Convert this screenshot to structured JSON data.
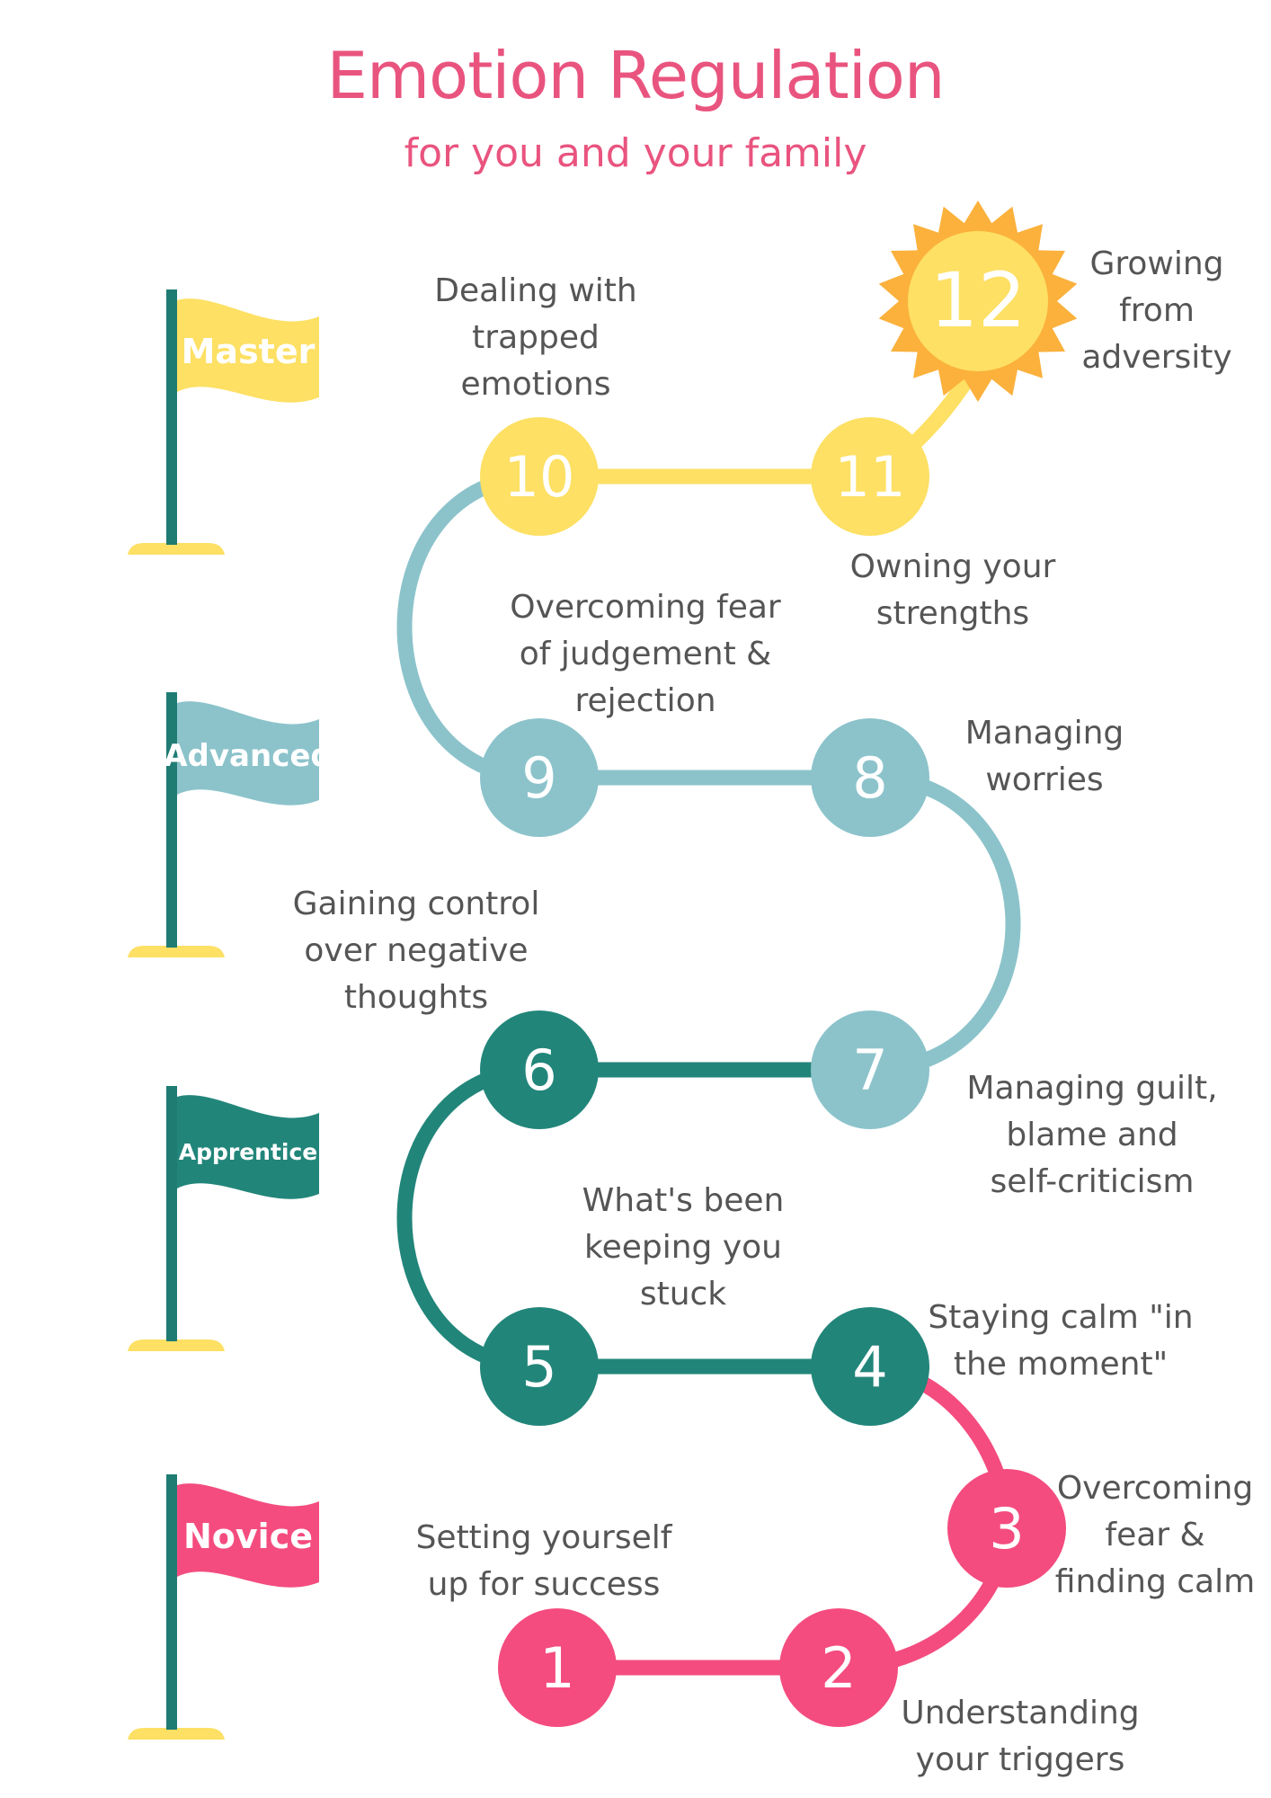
{
  "title": "Emotion Regulation",
  "subtitle": "for you and your family",
  "levels": [
    {
      "name": "Master",
      "color": "#fde064"
    },
    {
      "name": "Advanced",
      "color": "#8cc3cb"
    },
    {
      "name": "Apprentice",
      "color": "#22857a"
    },
    {
      "name": "Novice",
      "color": "#f44c7f"
    }
  ],
  "colors": {
    "pole": "#1f7c73",
    "base": "#fde064",
    "sun_outer": "#fbb13c",
    "sun_inner": "#fde064"
  },
  "steps": [
    {
      "number": "1",
      "label": "Setting yourself\nup for success",
      "color": "#f44c7f"
    },
    {
      "number": "2",
      "label": "Understanding\nyour triggers",
      "color": "#f44c7f"
    },
    {
      "number": "3",
      "label": "Overcoming\nfear &\nfinding calm",
      "color": "#f44c7f"
    },
    {
      "number": "4",
      "label": "Staying calm \"in\nthe moment\"",
      "color": "#22857a"
    },
    {
      "number": "5",
      "label": "What's been\nkeeping you\nstuck",
      "color": "#22857a"
    },
    {
      "number": "6",
      "label": "Gaining control\nover negative\nthoughts",
      "color": "#22857a"
    },
    {
      "number": "7",
      "label": "Managing guilt,\nblame and\nself-criticism",
      "color": "#8cc3cb"
    },
    {
      "number": "8",
      "label": "Managing\nworries",
      "color": "#8cc3cb"
    },
    {
      "number": "9",
      "label": "Overcoming fear\nof judgement &\nrejection",
      "color": "#8cc3cb"
    },
    {
      "number": "10",
      "label": "Dealing with\ntrapped\nemotions",
      "color": "#fde064"
    },
    {
      "number": "11",
      "label": "Owning your\nstrengths",
      "color": "#fde064"
    },
    {
      "number": "12",
      "label": "Growing\nfrom\nadversity",
      "color": "#fbb13c"
    }
  ]
}
